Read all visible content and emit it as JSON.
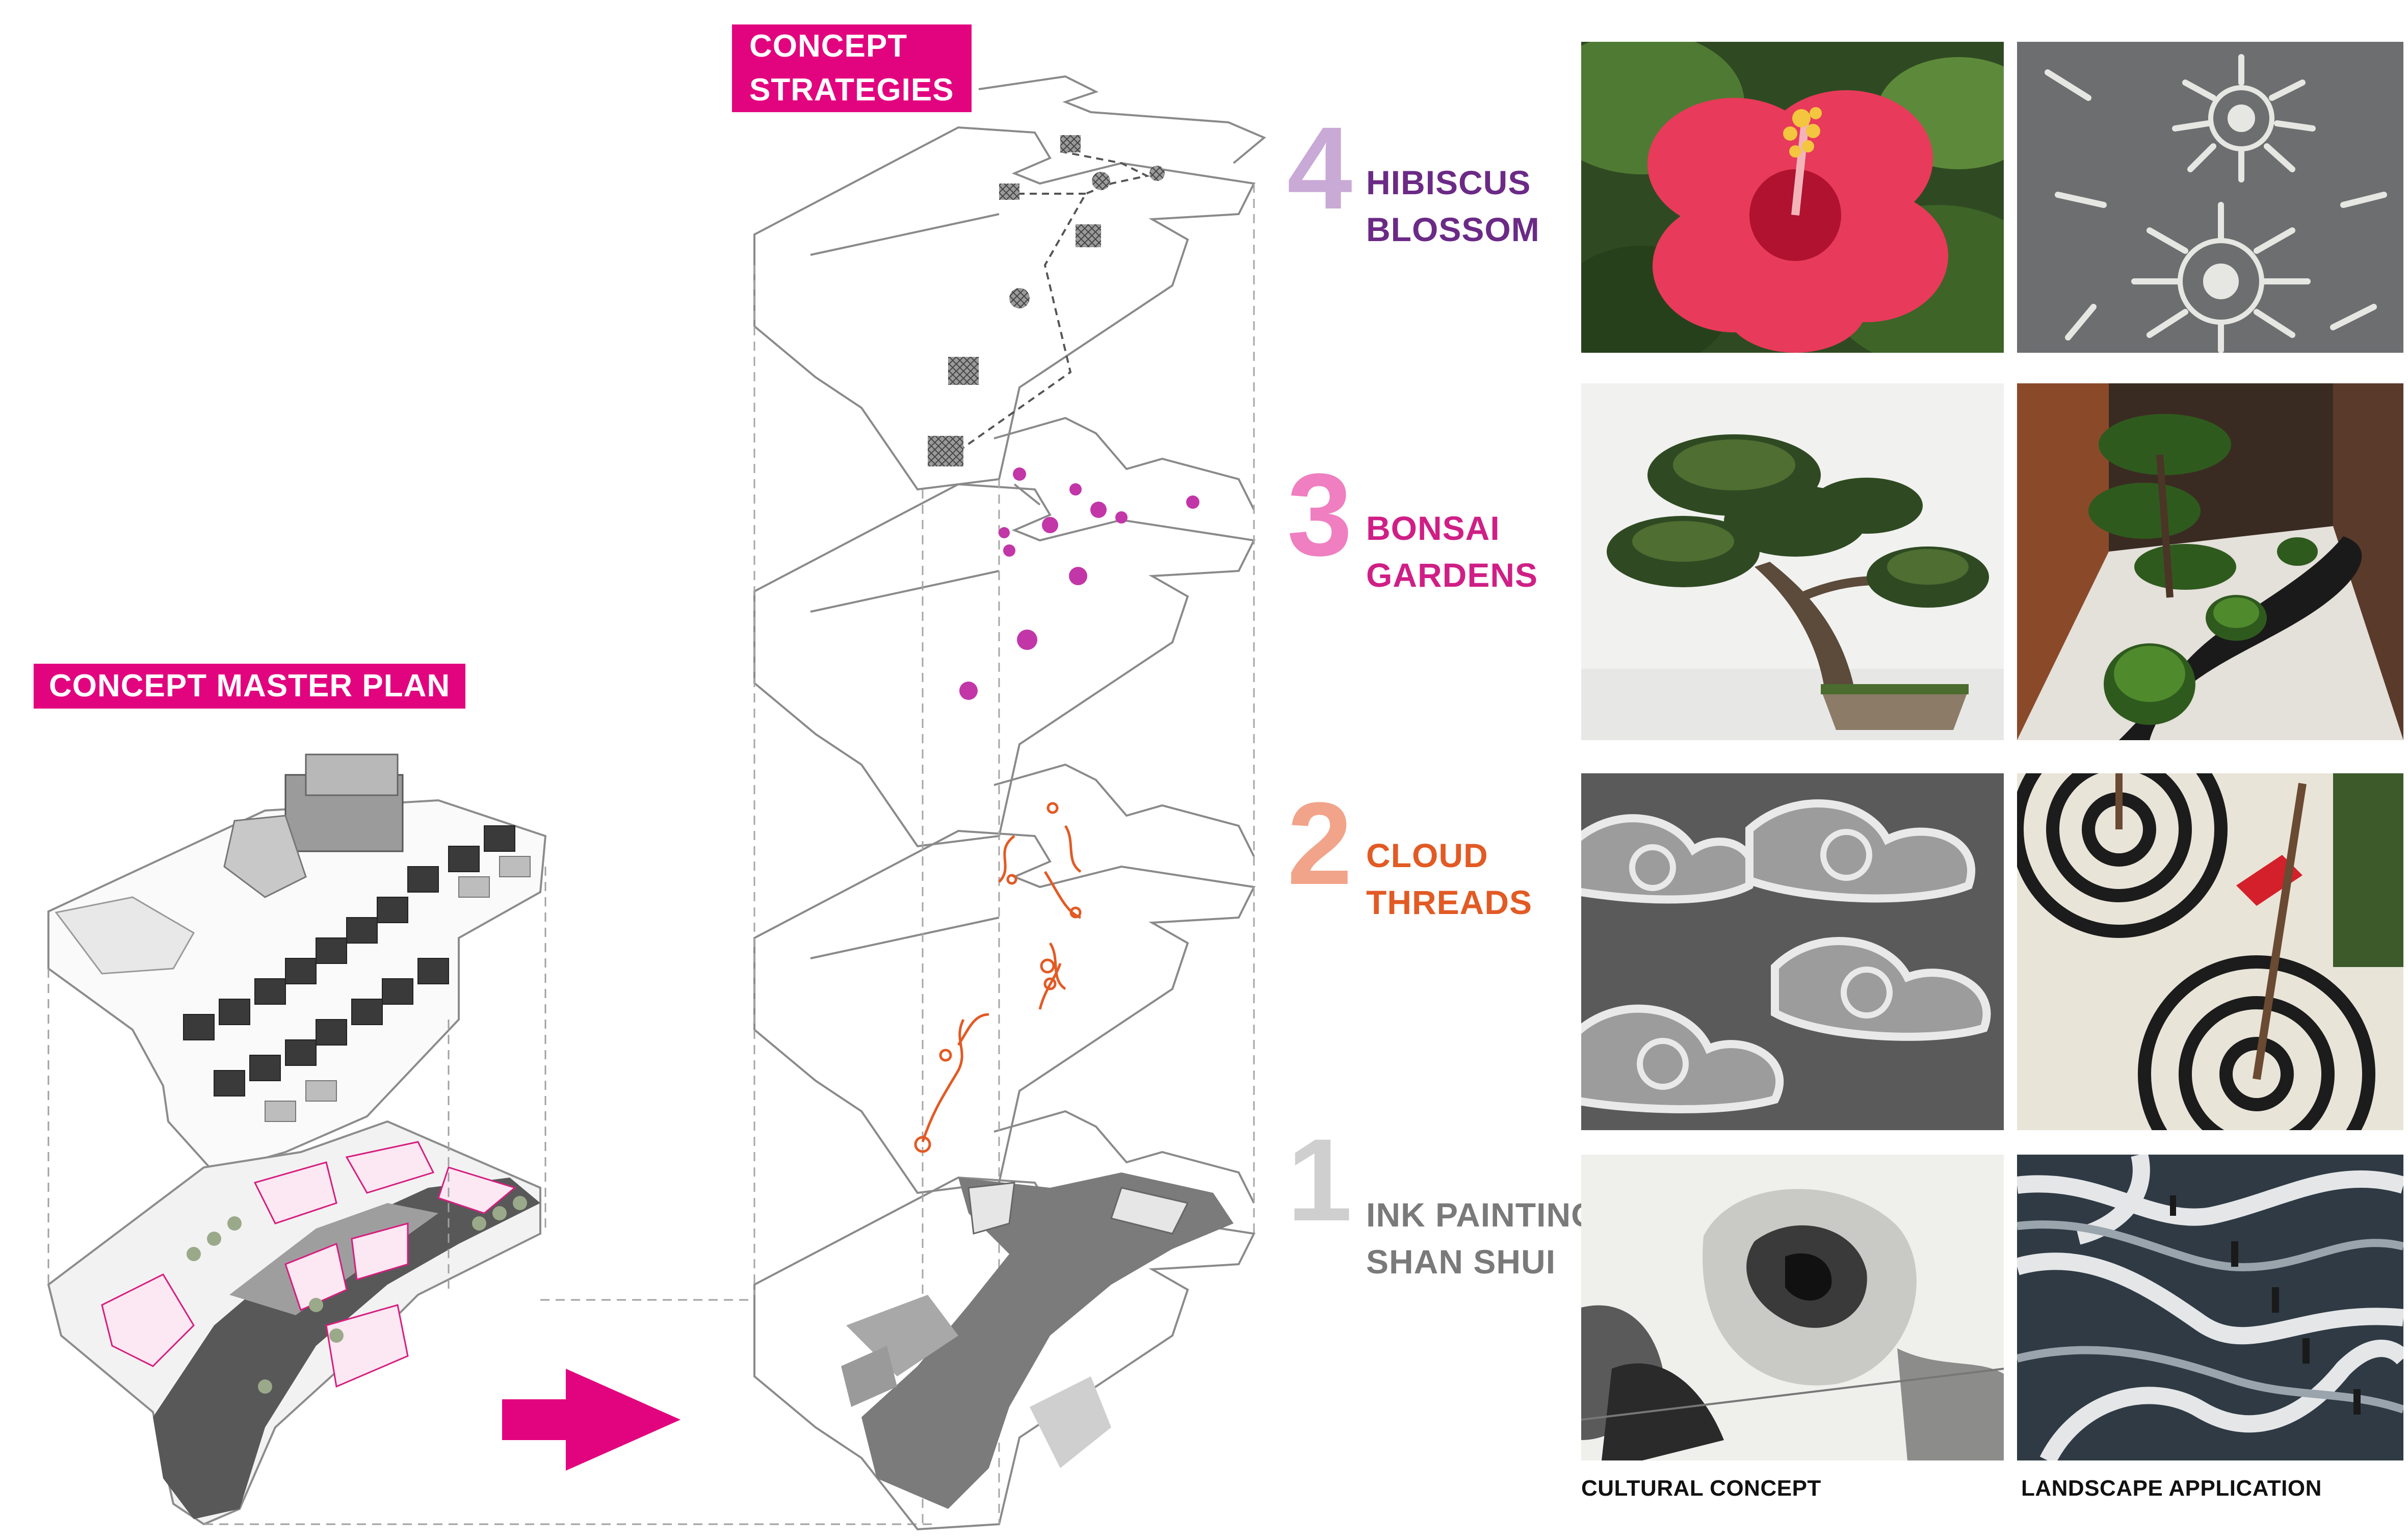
{
  "labels": {
    "master_plan": "CONCEPT MASTER PLAN",
    "strategies_line1": "CONCEPT",
    "strategies_line2": "STRATEGIES"
  },
  "strategies": [
    {
      "number": "4",
      "line1": "HIBISCUS",
      "line2": "BLOSSOM",
      "num_color": "#c9a9d6",
      "text_color": "#6b2a86"
    },
    {
      "number": "3",
      "line1": "BONSAI",
      "line2": "GARDENS",
      "num_color": "#ef7fc0",
      "text_color": "#cf1f86"
    },
    {
      "number": "2",
      "line1": "CLOUD",
      "line2": "THREADS",
      "num_color": "#f1a48a",
      "text_color": "#e25a24"
    },
    {
      "number": "1",
      "line1": "INK PAINTING",
      "line2": "SHAN SHUI",
      "num_color": "#cfcfcf",
      "text_color": "#7a7a7a"
    }
  ],
  "captions": {
    "cultural": "CULTURAL CONCEPT",
    "landscape": "LANDSCAPE APPLICATION"
  },
  "colors": {
    "accent": "#e2047f",
    "thread": "#e25a24",
    "bonsai_marker": "#c236a8"
  }
}
